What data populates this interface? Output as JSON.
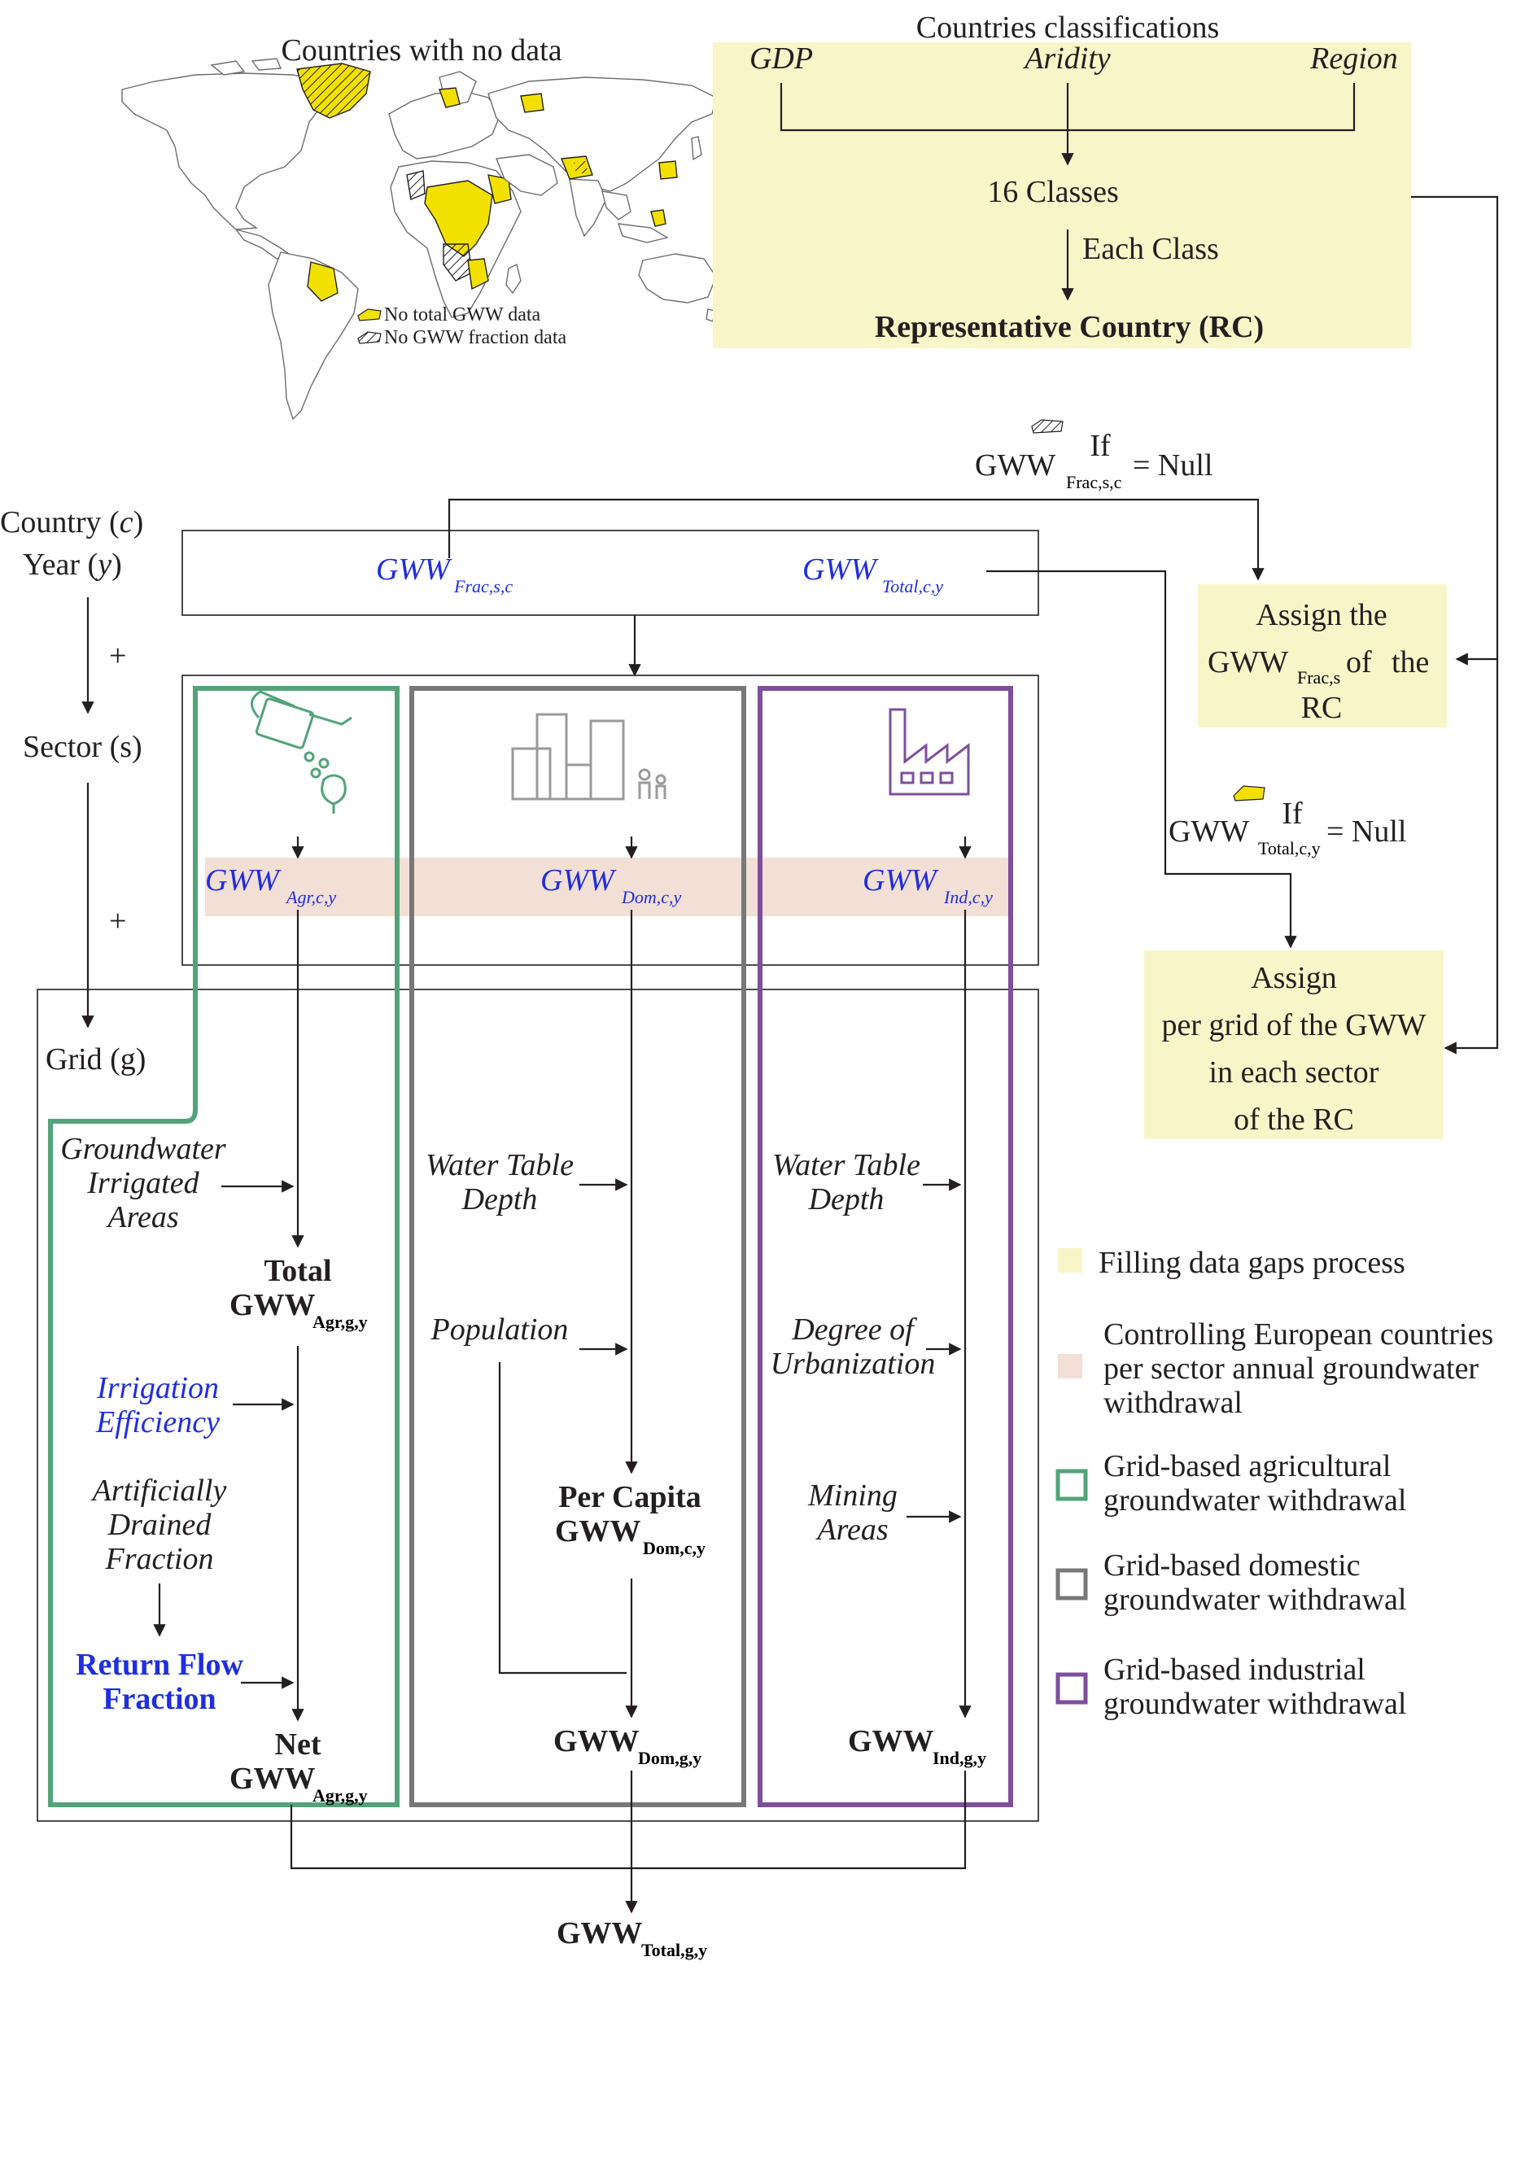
{
  "colors": {
    "fill_gap": "#f8f5c9",
    "control": "#f2dfd6",
    "agr": "#53a37a",
    "dom": "#787878",
    "ind": "#7e4f9d",
    "blue_text": "#1f2ee0",
    "map_yellow": "#f2e100"
  },
  "map": {
    "title": "Countries with no data",
    "legend_total": "No total GWW data",
    "legend_fraction": "No GWW fraction data"
  },
  "classification": {
    "title": "Countries classifications",
    "gdp": "GDP",
    "aridity": "Aridity",
    "region": "Region",
    "classes": "16 Classes",
    "each_class": "Each Class",
    "rc": "Representative Country (RC)"
  },
  "if_frac": {
    "base": "GWW",
    "sub": "Frac,s,c",
    "if": "If",
    "eq": "= Null"
  },
  "if_total": {
    "base": "GWW",
    "sub": "Total,c,y",
    "if": "If",
    "eq": "= Null"
  },
  "assign_frac": {
    "line1": "Assign the",
    "base": "GWW",
    "sub": "Frac,s",
    "of": "of",
    "the": "the",
    "line3": "RC"
  },
  "assign_grid": {
    "line1": "Assign",
    "line2": "per grid of the GWW",
    "line3": "in each sector",
    "line4": "of the RC"
  },
  "left_axis": {
    "country": "Country (",
    "c": "c",
    "close": ")",
    "year": "Year (",
    "y": "y",
    "plus": "+",
    "sector": "Sector (s)",
    "grid": "Grid (g)"
  },
  "national": {
    "frac_base": "GWW",
    "frac_sub": "Frac,s,c",
    "total_base": "GWW",
    "total_sub": "Total,c,y"
  },
  "sectors": {
    "agr": {
      "base": "GWW",
      "sub": "Agr,c,y"
    },
    "dom": {
      "base": "GWW",
      "sub": "Dom,c,y"
    },
    "ind": {
      "base": "GWW",
      "sub": "Ind,c,y"
    }
  },
  "agr_col": {
    "gia1": "Groundwater",
    "gia2": "Irrigated",
    "gia3": "Areas",
    "total": "Total",
    "total_base": "GWW",
    "total_sub": "Agr,g,y",
    "ie1": "Irrigation",
    "ie2": "Efficiency",
    "adf1": "Artificially",
    "adf2": "Drained",
    "adf3": "Fraction",
    "rff1": "Return Flow",
    "rff2": "Fraction",
    "net": "Net",
    "net_base": "GWW",
    "net_sub": "Agr,g,y"
  },
  "dom_col": {
    "wtd1": "Water Table",
    "wtd2": "Depth",
    "pop": "Population",
    "pc": "Per Capita",
    "pc_base": "GWW",
    "pc_sub": "Dom,c,y",
    "out_base": "GWW",
    "out_sub": "Dom,g,y"
  },
  "ind_col": {
    "wtd1": "Water Table",
    "wtd2": "Depth",
    "du1": "Degree of",
    "du2": "Urbanization",
    "ma1": "Mining",
    "ma2": "Areas",
    "out_base": "GWW",
    "out_sub": "Ind,g,y"
  },
  "final": {
    "base": "GWW",
    "sub": "Total,g,y"
  },
  "legend": {
    "fill": "Filling data gaps process",
    "control1": "Controlling European countries",
    "control2": "per sector annual groundwater",
    "control3": "withdrawal",
    "agr1": "Grid-based agricultural",
    "agr2": "groundwater withdrawal",
    "dom1": "Grid-based domestic",
    "dom2": "groundwater withdrawal",
    "ind1": "Grid-based industrial",
    "ind2": "groundwater withdrawal"
  }
}
